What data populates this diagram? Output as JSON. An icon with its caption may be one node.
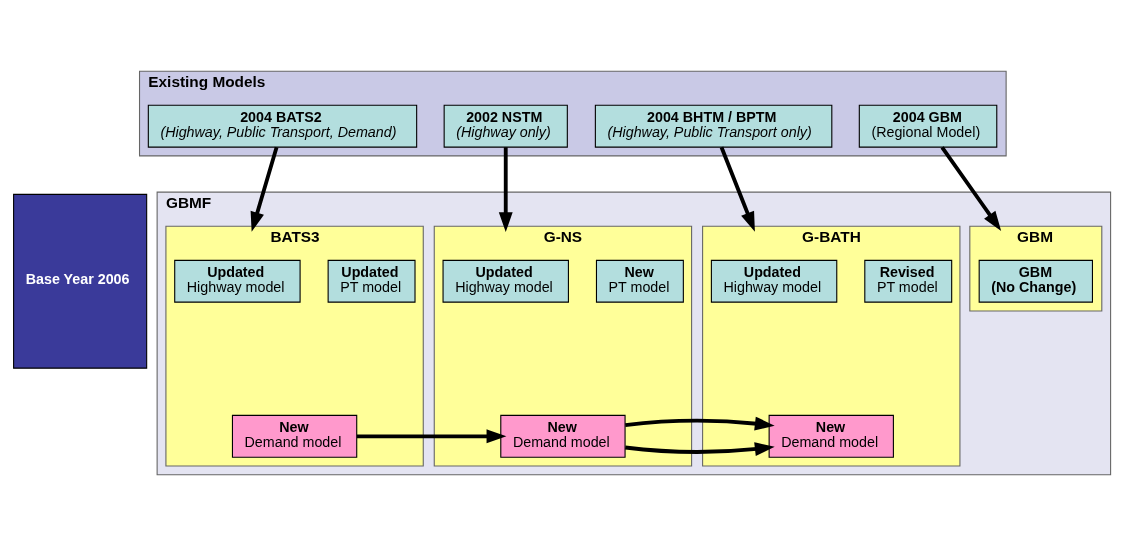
{
  "diagram": {
    "nodes": [
      {
        "text": [
          "Existing Models"
        ]
      },
      {
        "text": [
          "2004 BATS2",
          "(Highway, Public Transport, Demand)"
        ],
        "in": 0
      },
      {
        "text": [
          "2002 NSTM",
          "(Highway only)"
        ],
        "in": 0
      },
      {
        "text": [
          "2004 BHTM / BPTM",
          "(Highway, Public Transport only)"
        ],
        "in": 0
      },
      {
        "text": [
          "2004 GBM",
          "(Regional Model)"
        ],
        "in": 0
      },
      {
        "text": [
          "Base Year 2006"
        ]
      },
      {
        "text": [
          "GBMF"
        ]
      },
      {
        "text": [
          "BATS3"
        ],
        "in": 6
      },
      {
        "text": [
          "Updated",
          "Highway model"
        ],
        "in": 7
      },
      {
        "text": [
          "Updated",
          "PT model"
        ],
        "in": 7
      },
      {
        "text": [
          "New",
          "Demand model"
        ],
        "in": 7
      },
      {
        "text": [
          "G-NS"
        ],
        "in": 6
      },
      {
        "text": [
          "Updated",
          "Highway model"
        ],
        "in": 11
      },
      {
        "text": [
          "New",
          "PT model"
        ],
        "in": 11
      },
      {
        "text": [
          "New",
          "Demand model"
        ],
        "in": 11
      },
      {
        "text": [
          "G-BATH"
        ],
        "in": 6
      },
      {
        "text": [
          "Updated",
          "Highway model"
        ],
        "in": 15
      },
      {
        "text": [
          "Revised",
          "PT model"
        ],
        "in": 15
      },
      {
        "text": [
          "New",
          "Demand model"
        ],
        "in": 15
      },
      {
        "text": [
          "GBM"
        ],
        "in": 6
      },
      {
        "text": [
          "GBM",
          "(No Change)"
        ],
        "in": 19
      }
    ],
    "edges": [
      {
        "from": 1,
        "to": 7,
        "arrow": "to"
      },
      {
        "from": 2,
        "to": 11,
        "arrow": "to"
      },
      {
        "from": 3,
        "to": 15,
        "arrow": "to"
      },
      {
        "from": 4,
        "to": 19,
        "arrow": "to"
      },
      {
        "from": 10,
        "to": 14,
        "arrow": "to"
      },
      {
        "from": 14,
        "to": 18,
        "arrow": "to"
      }
    ]
  }
}
